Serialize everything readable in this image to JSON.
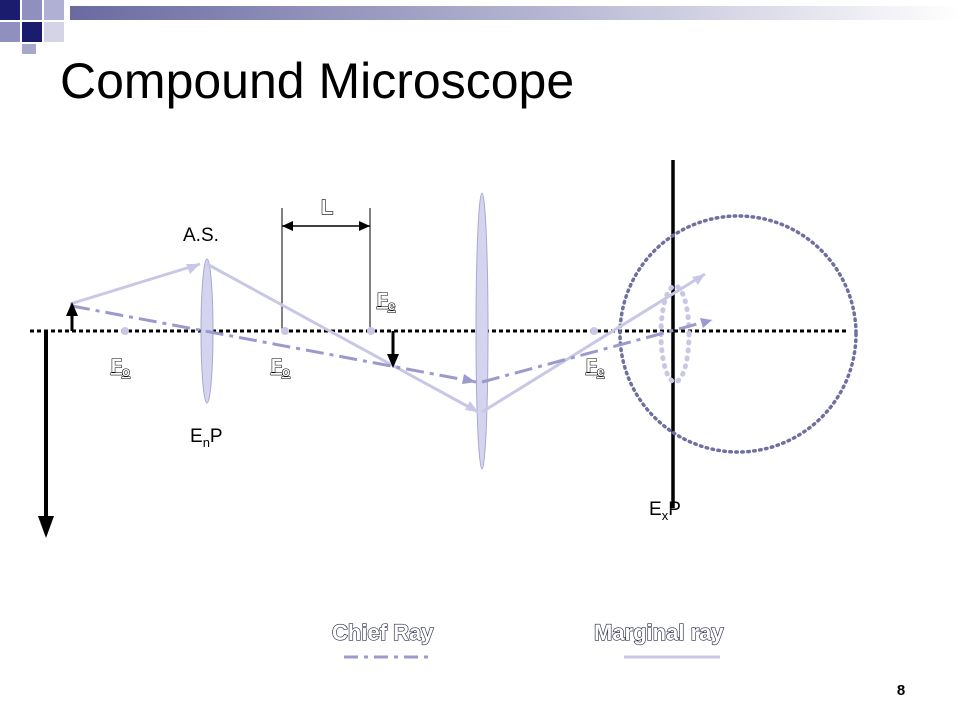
{
  "title": "Compound Microscope",
  "page_number": "8",
  "colors": {
    "banner_dark": "#1c1c6e",
    "banner_mid": "#7a7aa8",
    "marginal_ray": "#c8c8e6",
    "chief_ray": "#9a9acc",
    "lens": "#d4d4ee",
    "eye": "#7070a0",
    "axis": "#000000"
  },
  "labels": {
    "aperture_stop": "A.S.",
    "length": "L",
    "focal_obj": "F",
    "focal_obj_sub": "o",
    "focal_eye": "F",
    "focal_eye_sub": "e",
    "entrance_pupil": "E",
    "entrance_pupil_sub": "n",
    "entrance_pupil_end": "P",
    "exit_pupil": "E",
    "exit_pupil_sub": "x",
    "exit_pupil_end": "P"
  },
  "legend": {
    "chief": "Chief Ray",
    "marginal": "Marginal ray"
  }
}
